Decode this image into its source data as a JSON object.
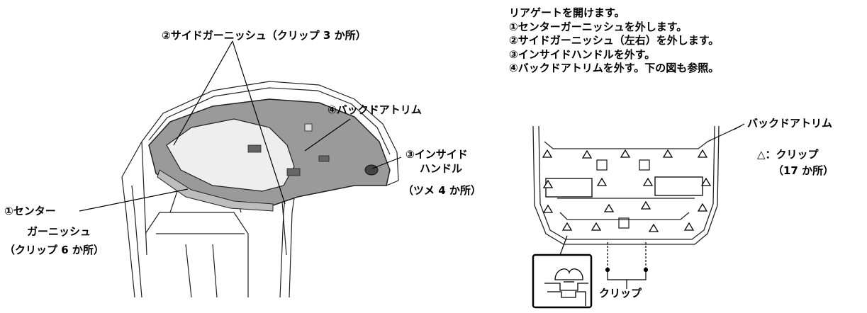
{
  "instructions": [
    "リアゲートを開けます。",
    "①センターガーニッシュを外します。",
    "②サイドガーニッシュ（左右）を外します。",
    "③インサイドハンドルを外す。",
    "④バックドアトリムを外す。下の図も参照。"
  ],
  "left_diagram": {
    "side_garnish": "②サイドガーニッシュ（クリップ 3 か所）",
    "back_door_trim": "④バックドアトリム",
    "inside_handle": [
      "③インサイド",
      "ハンドル",
      "（ツメ 4 か所）"
    ],
    "center_garnish": [
      "①センター",
      "ガーニッシュ",
      "（クリップ 6 か所）"
    ]
  },
  "right_diagram": {
    "back_door_trim": "バックドアトリム",
    "clip_legend": [
      "△：クリップ",
      "（17 か所）"
    ],
    "clip_label": "クリップ"
  }
}
